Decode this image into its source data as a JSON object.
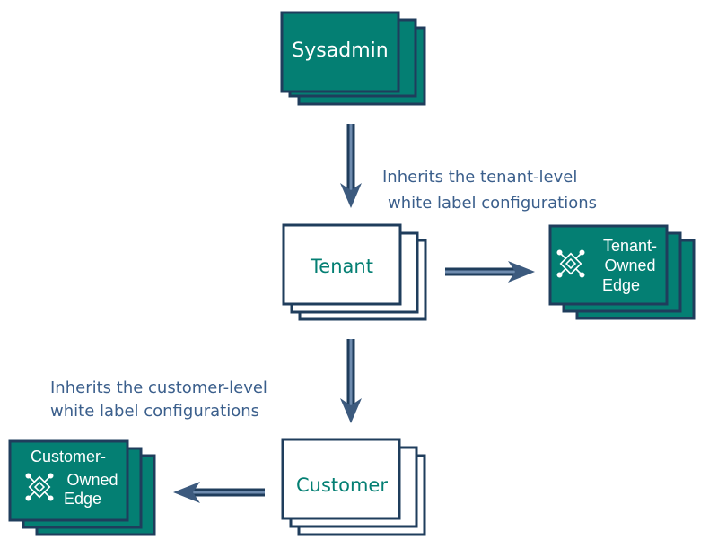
{
  "colors": {
    "teal": "#047f73",
    "navy": "#1f3d5c",
    "arrow": "#3c5a7e",
    "white": "#ffffff",
    "note_text": "#3b5f8c"
  },
  "boxes": {
    "sysadmin": {
      "label": "Sysadmin"
    },
    "tenant": {
      "label": "Tenant"
    },
    "customer": {
      "label": "Customer"
    },
    "tenant_edge": {
      "line1": "Tenant-",
      "line2": "Owned",
      "line3": "Edge",
      "icon": "chip-icon"
    },
    "customer_edge": {
      "line1": "Customer-",
      "line2": "Owned",
      "line3": "Edge",
      "icon": "chip-icon"
    }
  },
  "notes": {
    "tenant_inherits": {
      "line1": "Inherits the tenant-level",
      "line2": "white label configurations"
    },
    "customer_inherits": {
      "line1": "Inherits the customer-level",
      "line2": "white label configurations"
    }
  }
}
